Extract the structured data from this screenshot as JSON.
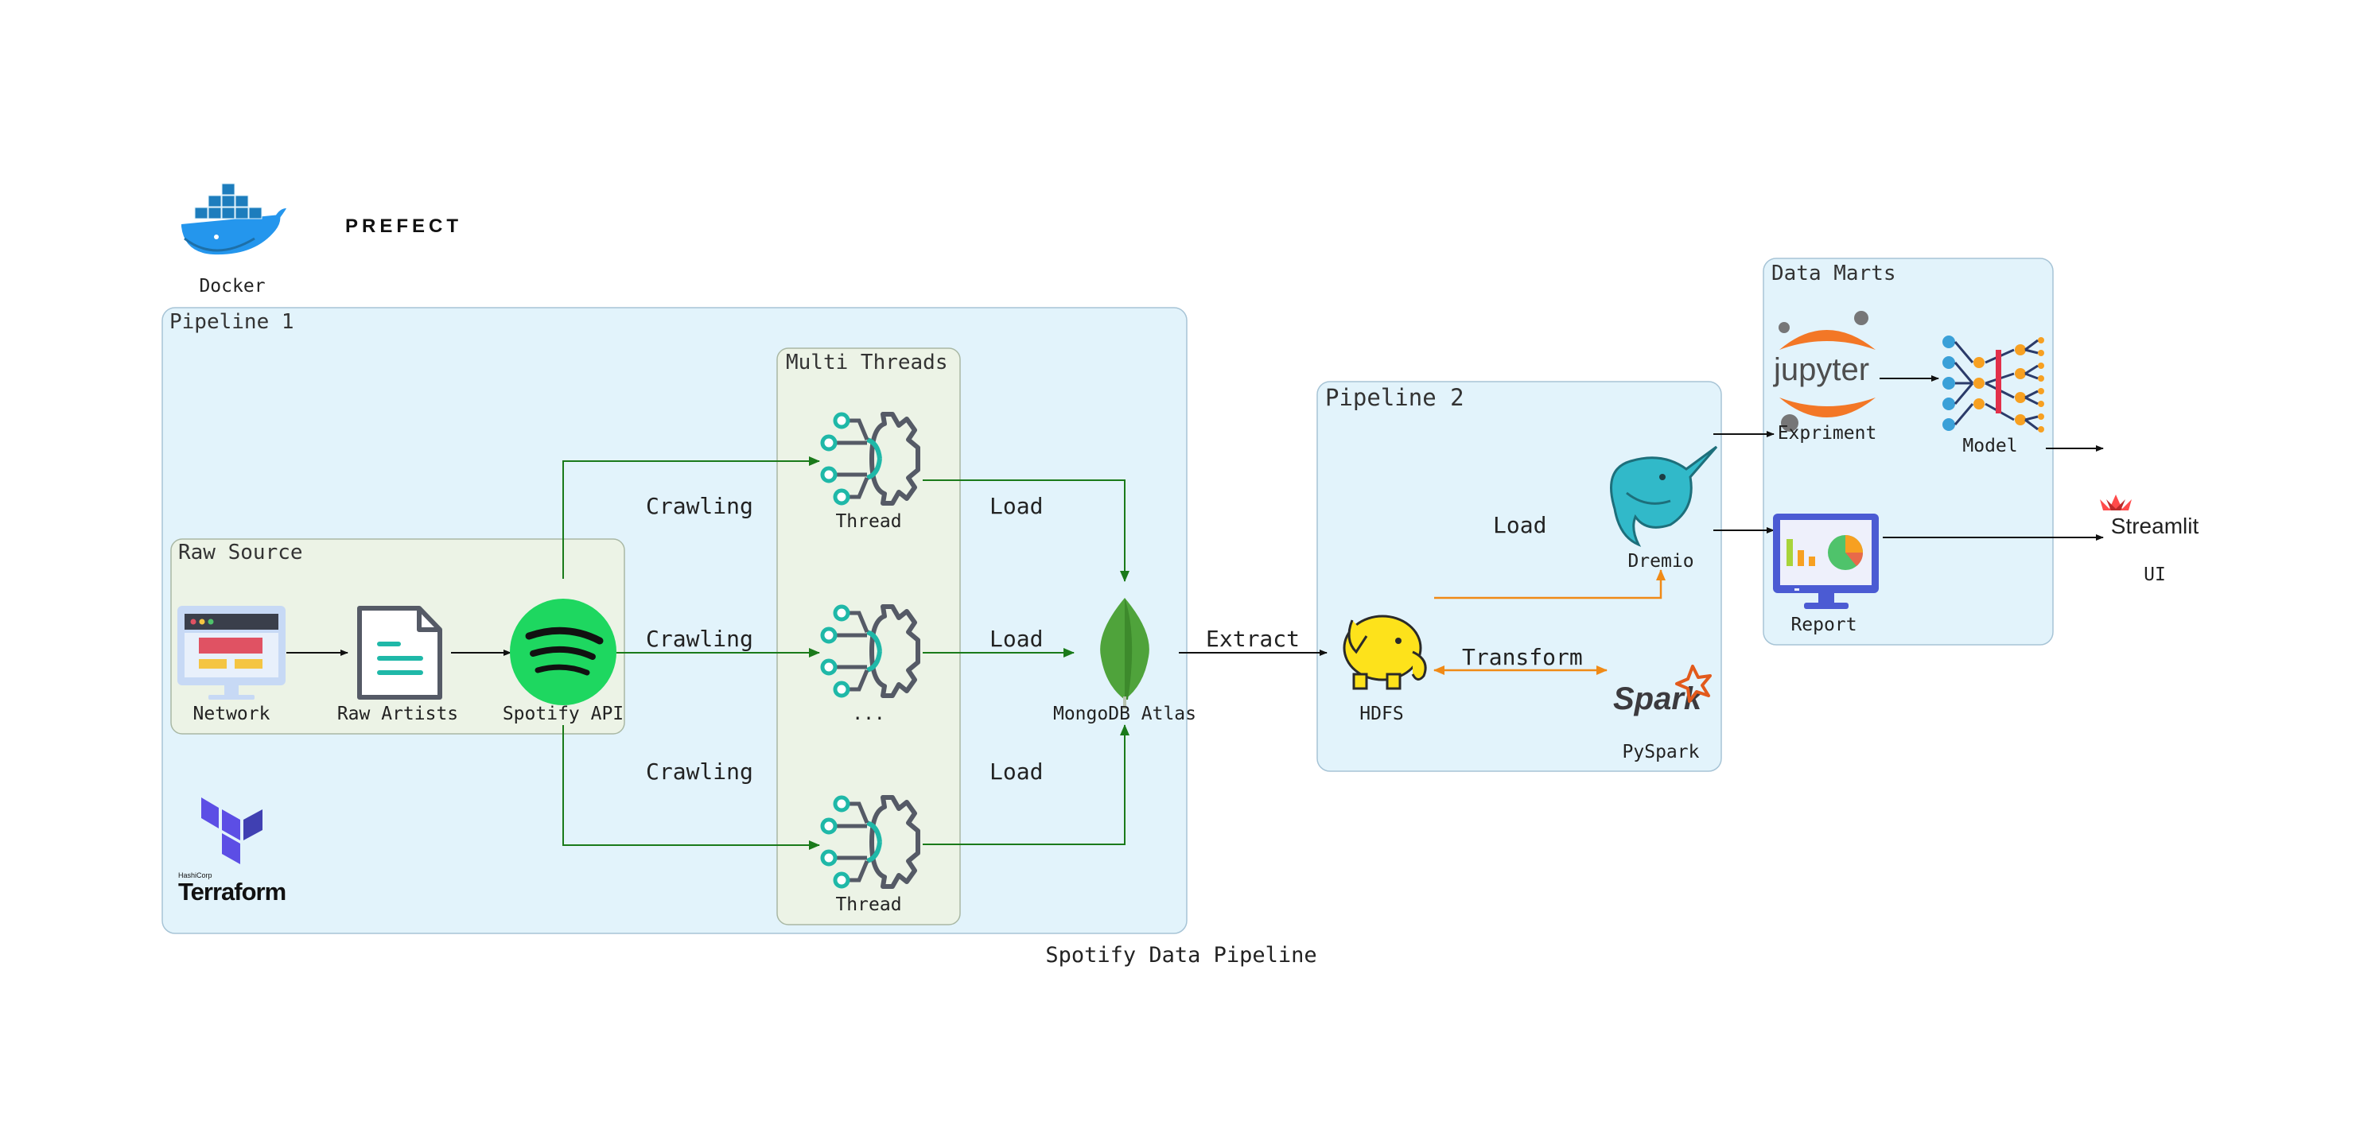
{
  "title": "Spotify Data Pipeline",
  "tools": {
    "docker": "Docker",
    "prefect": "PREFECT",
    "terraform_small": "HashiCorp",
    "terraform": "Terraform"
  },
  "groups": {
    "pipeline1": "Pipeline 1",
    "raw_source": "Raw Source",
    "multi_threads": "Multi Threads",
    "pipeline2": "Pipeline 2",
    "data_marts": "Data Marts"
  },
  "nodes": {
    "network": "Network",
    "raw_artists": "Raw Artists",
    "spotify_api": "Spotify API",
    "thread_top": "Thread",
    "thread_mid": "...",
    "thread_bottom": "Thread",
    "mongodb": "MongoDB Atlas",
    "hdfs": "HDFS",
    "dremio": "Dremio",
    "pyspark": "PySpark",
    "spark_logo": "Spark",
    "jupyter_logo": "jupyter",
    "expriment": "Expriment",
    "model": "Model",
    "report": "Report",
    "streamlit": "Streamlit",
    "ui": "UI"
  },
  "edges": {
    "crawling": "Crawling",
    "load": "Load",
    "extract": "Extract",
    "transform": "Transform",
    "load2": "Load"
  },
  "colors": {
    "panel_blue": "#e2f3fb",
    "panel_green": "#ecf3e6",
    "green_edge": "#1a7a1a",
    "orange_edge": "#f08a16",
    "spotify_green": "#1ed760",
    "teal": "#1fb8a8",
    "mongo_green": "#4fa33b",
    "jupyter_orange": "#f37726",
    "terraform_purple": "#5c4ee5"
  }
}
